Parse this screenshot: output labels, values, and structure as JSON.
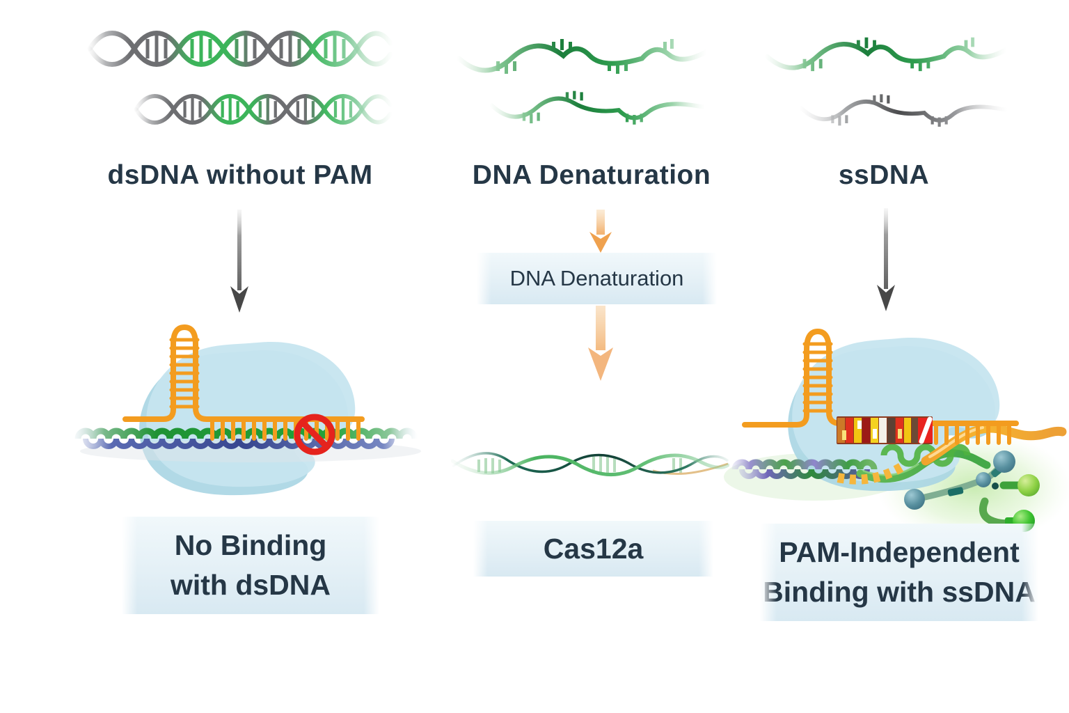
{
  "diagram": {
    "left": {
      "top_label": "dsDNA without PAM",
      "result_lines": [
        "No Binding",
        "with dsDNA"
      ]
    },
    "middle": {
      "top_label": "DNA Denaturation",
      "process_label": "DNA Denaturation",
      "result_label": "Cas12a"
    },
    "right": {
      "top_label": "ssDNA",
      "result_lines": [
        "PAM-Independent",
        "Binding with ssDNA"
      ]
    }
  },
  "colors": {
    "text": "#253746",
    "box-top": "#f1f8fb",
    "box-bot": "#d8e9f2",
    "green_dark": "#1c7e3c",
    "green_mid": "#3cb45a",
    "gray_strand": "#6d6e71",
    "orange_rna": "#f39c1f",
    "orange_arrow": "#f0a352",
    "arrow_dark": "#474747",
    "protein_blue": "#c3e4ef",
    "prohibit_red": "#e5231d",
    "coil_navy": "#37478f",
    "coil_lavender": "#8a80c8"
  },
  "icons": {
    "down-arrow-icon": "dark gradient ↓",
    "denature-arrow-icon": "orange gradient ↓",
    "dsdna-helix-icon": "green/gray double helix",
    "ssdna-wave-icon": "single-strand wavy line with teeth",
    "cas12a-protein-icon": "light-blue blob",
    "guide-rna-icon": "orange hairpin + comb",
    "no-entry-icon": "red crossed circle",
    "dna-coil-icon": "coiled dsDNA spring",
    "denatured-dna-icon": "unwound thin strands",
    "heteroduplex-icon": "red/yellow striped segment",
    "cleavage-products-icon": "bead-and-stick molecules"
  }
}
